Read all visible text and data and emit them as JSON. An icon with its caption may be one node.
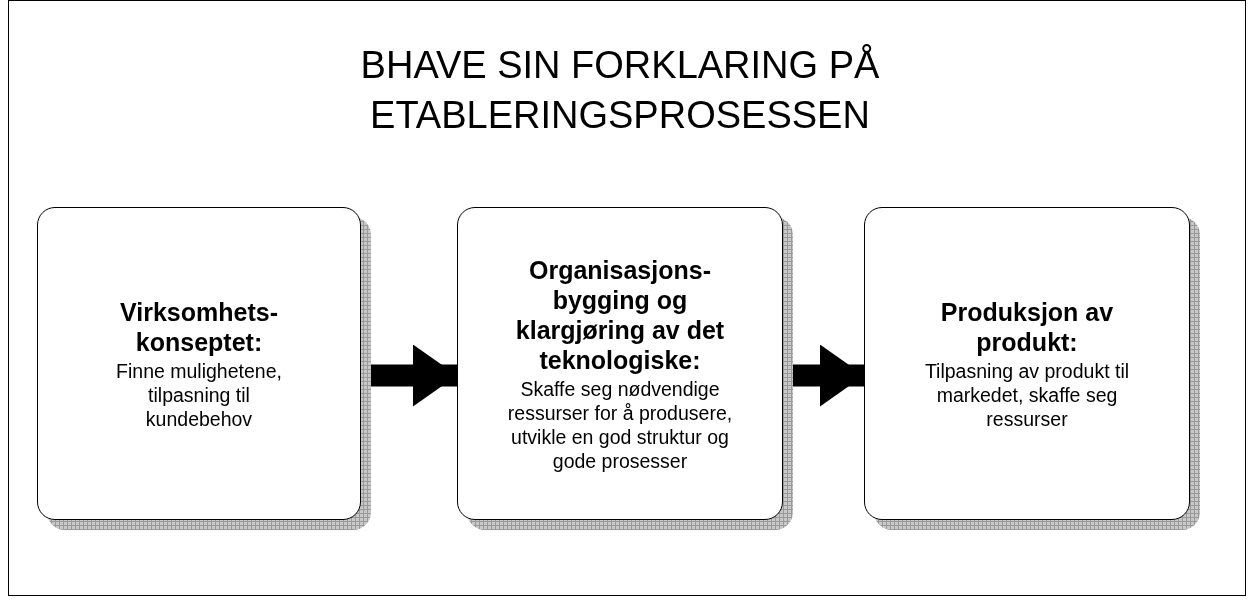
{
  "diagram": {
    "title": "BHAVE SIN FORKLARING PÅ ETABLERINGSPROSESSEN",
    "nodes": [
      {
        "text": [
          "Virksomhets-konseptet:",
          "Finne mulighetene, tilpasning til kundebehov"
        ]
      },
      {
        "text": [
          "Organisasjons-bygging og klargjøring av det teknologiske:",
          "Skaffe seg nødvendige ressurser for å produsere, utvikle en god struktur og gode prosesser"
        ]
      },
      {
        "text": [
          "Produksjon av produkt:",
          "Tilpasning av produkt til markedet, skaffe seg ressurser"
        ]
      }
    ],
    "edges": [
      {
        "from": 0,
        "to": 1,
        "arrow": "to"
      },
      {
        "from": 1,
        "to": 2,
        "arrow": "to"
      }
    ]
  }
}
